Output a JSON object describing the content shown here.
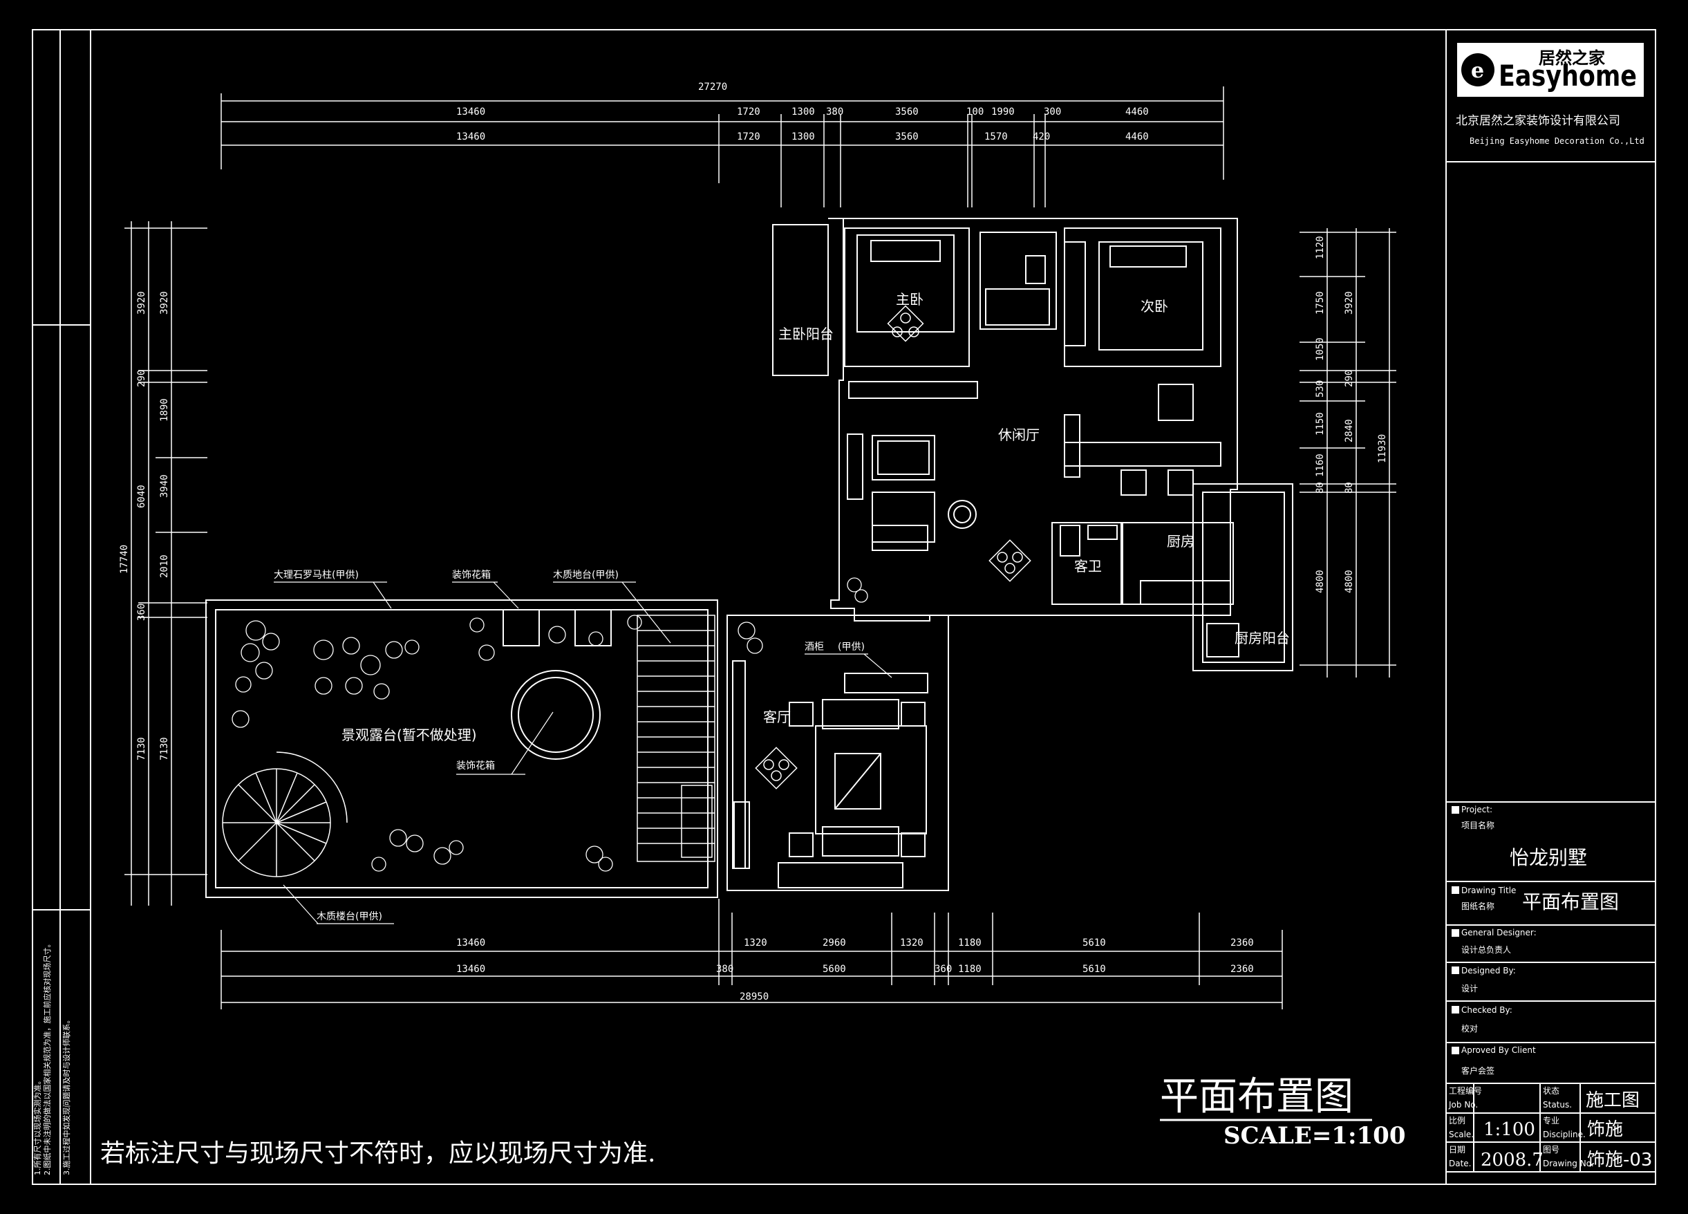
{
  "company": {
    "logo_text": "Easyhome",
    "logo_cn": "居然之家",
    "name_cn": "北京居然之家装饰设计有限公司",
    "name_en": "Beijing Easyhome Decoration Co.,Ltd"
  },
  "title_block": {
    "project_label_en": "Project:",
    "project_label_cn": "项目名称",
    "project_value": "怡龙别墅",
    "drawing_title_label_en": "Drawing Title",
    "drawing_title_label_cn": "图纸名称",
    "drawing_title_value": "平面布置图",
    "general_designer_en": "General Designer:",
    "general_designer_cn": "设计总负责人",
    "designed_by_en": "Designed By:",
    "designed_by_cn": "设计",
    "checked_by_en": "Checked By:",
    "checked_by_cn": "校对",
    "approved_en": "Aproved By Client",
    "approved_cn": "客户会签",
    "job_no_cn": "工程编号",
    "job_no_en": "Job No.",
    "status_cn": "状态",
    "status_en": "Status.",
    "status_value": "施工图",
    "scale_cn": "比例",
    "scale_en": "Scale.",
    "scale_value": "1:100",
    "discipline_cn": "专业",
    "discipline_en": "Discipline.",
    "discipline_value": "饰施",
    "date_cn": "日期",
    "date_en": "Date.",
    "date_value": "2008.7",
    "drawing_no_cn": "图号",
    "drawing_no_en": "Drawing No.",
    "drawing_no_value": "饰施-03"
  },
  "drawing": {
    "title": "平面布置图",
    "scale": "SCALE=1:100",
    "note": "若标注尺寸与现场尺寸不符时，应以现场尺寸为准."
  },
  "rooms": {
    "master_bedroom": "主卧",
    "master_balcony": "主卧阳台",
    "second_bedroom": "次卧",
    "family_room": "休闲厅",
    "kitchen": "厨房",
    "guest_wc": "客卫",
    "kitchen_balcony": "厨房阳台",
    "living_room": "客厅",
    "terrace": "景观露台(暂不做处理)"
  },
  "annotations": {
    "marble_rail": "大理石罗马柱(甲供)",
    "planter_1": "装饰花箱",
    "wood_platform": "木质地台(甲供)",
    "planter_2": "装饰花箱",
    "wine_cabinet": "酒柜",
    "wine_cabinet_note": "(甲供)",
    "wood_stair": "木质楼台(甲供)"
  },
  "dimensions": {
    "top_total": "27270",
    "top_row1": [
      "13460",
      "1720",
      "1300",
      "380",
      "3560",
      "100",
      "1990",
      "300",
      "4460"
    ],
    "top_row2": [
      "13460",
      "1720",
      "1300",
      "3560",
      "1570",
      "420",
      "4460"
    ],
    "bottom_row1": [
      "13460",
      "1320",
      "2960",
      "1320",
      "1180",
      "5610",
      "2360"
    ],
    "bottom_row2": [
      "13460",
      "380",
      "5600",
      "360",
      "1180",
      "5610",
      "2360"
    ],
    "bottom_total": "28950",
    "left_outer": [
      "3920",
      "290",
      "6040",
      "360",
      "7130"
    ],
    "left_inner": [
      "3920",
      "1890",
      "3940",
      "2010",
      "7130"
    ],
    "left_total": "17740",
    "right_inner": [
      "1120",
      "1750",
      "1050",
      "530",
      "1150",
      "1160",
      "80",
      "4800"
    ],
    "right_mid": [
      "3920",
      "290",
      "2840",
      "80",
      "4800"
    ],
    "right_total": "11930"
  },
  "side_notes": [
    "1.所有尺寸以现场实测为准。",
    "2.图纸中未注明的做法以国家相关规范为准，施工前应核对现场尺寸。",
    "3.施工过程中如发现问题请及时与设计师联系。"
  ]
}
